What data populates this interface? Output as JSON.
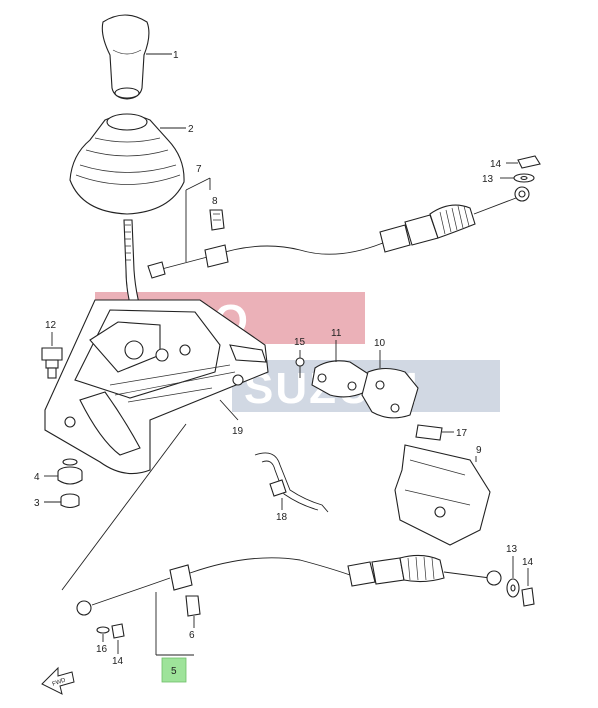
{
  "watermark": {
    "top": "SUMO",
    "bottom": "SUZUKI",
    "top_color": "#e8a3ab",
    "bottom_color": "#c9d1de"
  },
  "callouts": {
    "c1": "1",
    "c2": "2",
    "c3": "3",
    "c4": "4",
    "c5": "5",
    "c6": "6",
    "c7": "7",
    "c8": "8",
    "c9": "9",
    "c10": "10",
    "c11": "11",
    "c12": "12",
    "c13a": "13",
    "c13b": "13",
    "c14a": "14",
    "c14b": "14",
    "c14c": "14",
    "c15": "15",
    "c16": "16",
    "c17": "17",
    "c18": "18",
    "c19": "19"
  },
  "highlight_color": "#9ee39a",
  "front_marker": "FWD"
}
